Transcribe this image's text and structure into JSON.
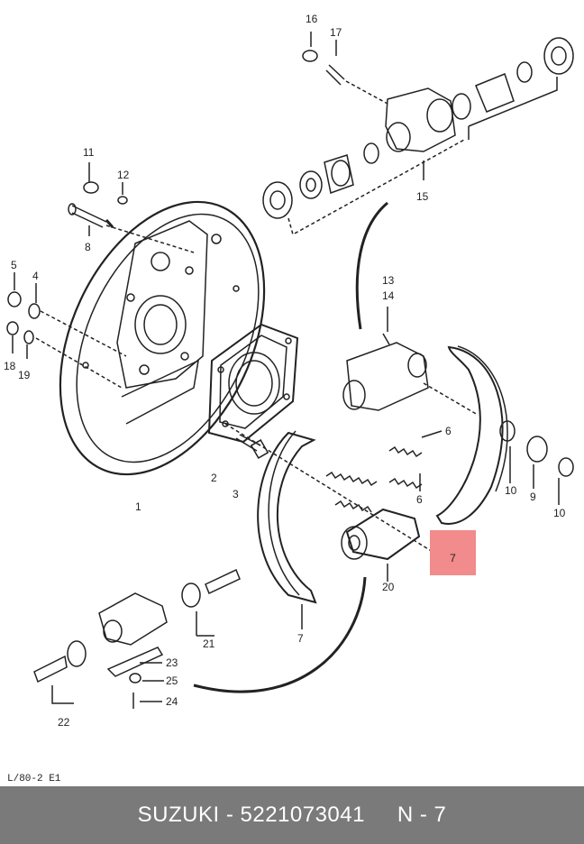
{
  "colors": {
    "background": "#ffffff",
    "line": "#222222",
    "highlight": "#f28b8b",
    "footer_bg": "#7a7a7a",
    "footer_text": "#ffffff"
  },
  "callouts": [
    {
      "id": "16",
      "text": "16"
    },
    {
      "id": "17",
      "text": "17"
    },
    {
      "id": "15",
      "text": "15"
    },
    {
      "id": "11",
      "text": "11"
    },
    {
      "id": "12",
      "text": "12"
    },
    {
      "id": "8",
      "text": "8"
    },
    {
      "id": "5",
      "text": "5"
    },
    {
      "id": "4",
      "text": "4"
    },
    {
      "id": "18",
      "text": "18"
    },
    {
      "id": "19",
      "text": "19"
    },
    {
      "id": "13",
      "text": "13"
    },
    {
      "id": "14",
      "text": "14"
    },
    {
      "id": "6a",
      "text": "6"
    },
    {
      "id": "6b",
      "text": "6"
    },
    {
      "id": "10a",
      "text": "10"
    },
    {
      "id": "9",
      "text": "9"
    },
    {
      "id": "10b",
      "text": "10"
    },
    {
      "id": "1",
      "text": "1"
    },
    {
      "id": "2",
      "text": "2"
    },
    {
      "id": "3",
      "text": "3"
    },
    {
      "id": "20",
      "text": "20"
    },
    {
      "id": "7",
      "text": "7"
    },
    {
      "id": "21",
      "text": "21"
    },
    {
      "id": "23",
      "text": "23"
    },
    {
      "id": "25",
      "text": "25"
    },
    {
      "id": "24",
      "text": "24"
    },
    {
      "id": "22",
      "text": "22"
    }
  ],
  "highlight_label": "7",
  "drawing_ref": "L/80-2  E1",
  "footer": {
    "brand": "SUZUKI",
    "sep1": " - ",
    "part_number": "5221073041",
    "gap": "     ",
    "position": "N - 7"
  }
}
